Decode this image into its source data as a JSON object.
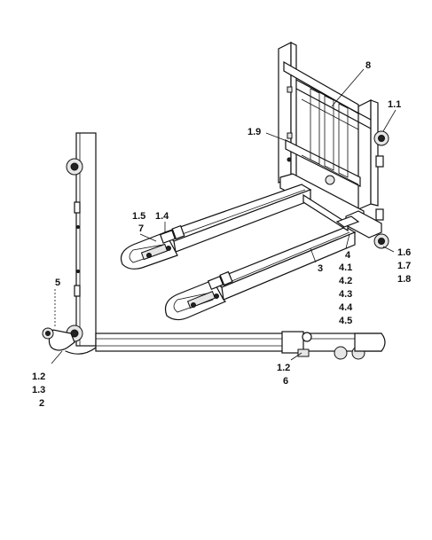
{
  "callouts": {
    "c8": "8",
    "c1_1": "1.1",
    "c1_9": "1.9",
    "c1_5": "1.5",
    "c1_4": "1.4",
    "c7": "7",
    "c1_6": "1.6",
    "c1_7": "1.7",
    "c1_8": "1.8",
    "c3": "3",
    "c4": "4",
    "c4_1": "4.1",
    "c4_2": "4.2",
    "c4_3": "4.3",
    "c4_4": "4.4",
    "c4_5": "4.5",
    "c5": "5",
    "c1_2_left": "1.2",
    "c1_3": "1.3",
    "c2": "2",
    "c1_2_right": "1.2",
    "c6": "6"
  }
}
